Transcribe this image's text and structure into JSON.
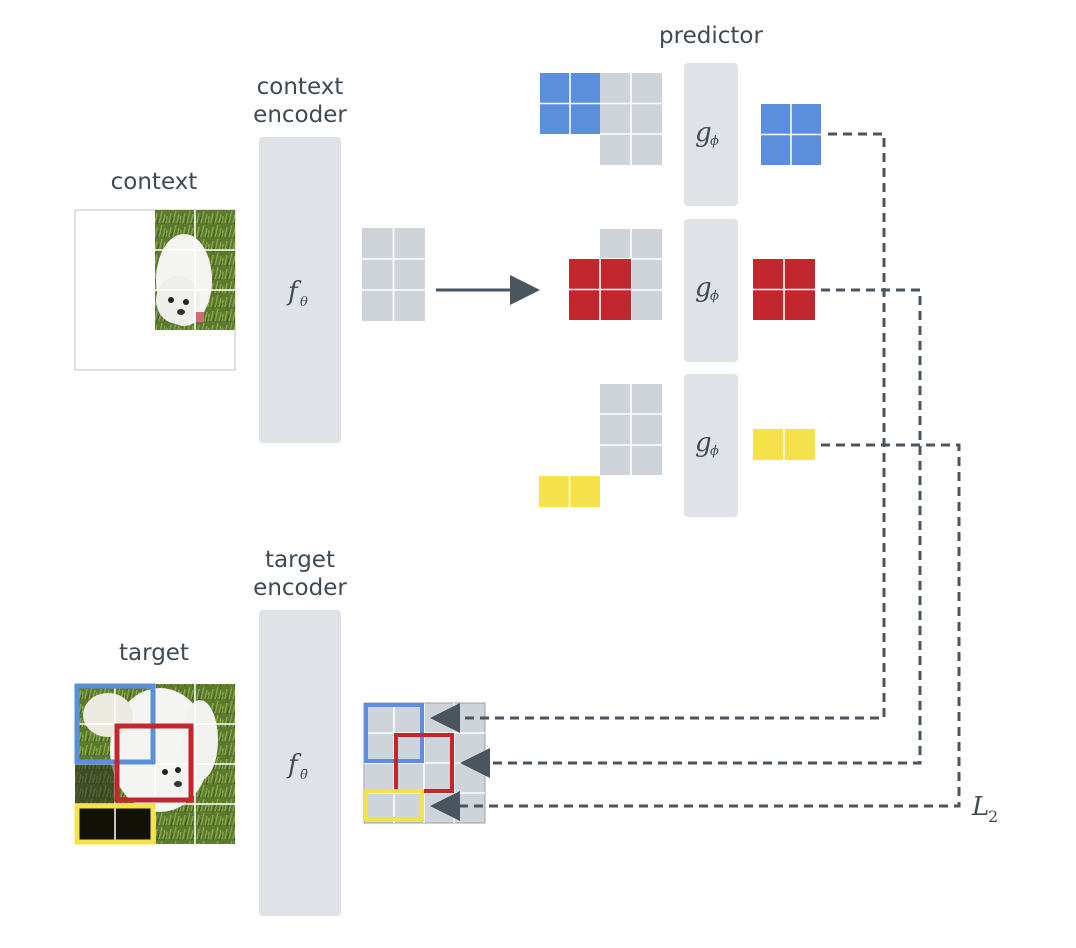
{
  "labels": {
    "context": "context",
    "context_encoder_line1": "context",
    "context_encoder_line2": "encoder",
    "predictor": "predictor",
    "target": "target",
    "target_encoder_line1": "target",
    "target_encoder_line2": "encoder",
    "loss_main": "L",
    "loss_sub": "2"
  },
  "symbols": {
    "context_encoder_main": "f",
    "context_encoder_sub": "θ",
    "target_encoder_main": "f",
    "target_encoder_sub": "θ̄",
    "predictor_main": "g",
    "predictor_sub": "ϕ"
  },
  "colors": {
    "blue": "#5b8fdc",
    "red": "#c1272d",
    "yellow": "#f5e24a",
    "gray_patch": "#cfd4da",
    "encoder_box": "#dfe2e6",
    "arrow": "#4a5560"
  }
}
